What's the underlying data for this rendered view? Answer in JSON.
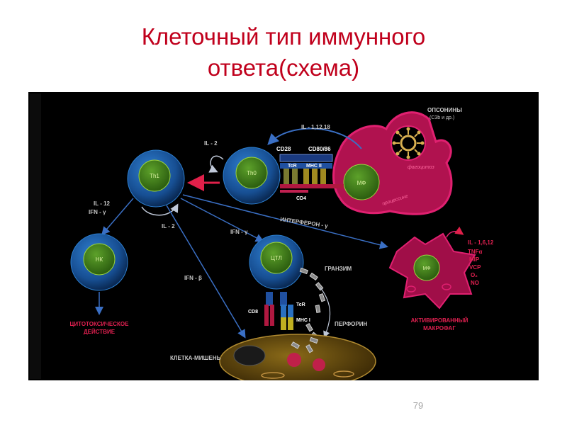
{
  "slide": {
    "title_line1": "Клеточный тип иммунного",
    "title_line2": "ответа(схема)",
    "page_number": "79"
  },
  "cells": {
    "th1": "Th1",
    "th0": "Th0",
    "macrophage": "МФ",
    "nk": "НК",
    "ctl": "ЦТЛ",
    "activated_macrophage": "МФ"
  },
  "labels": {
    "opsonins_1": "ОПСОНИНЫ",
    "opsonins_2": "(С3b и др.)",
    "il_1_12_18": "IL - 1,12,18",
    "il2_top": "IL - 2",
    "cd28": "CD28",
    "cd80_86": "CD80/86",
    "tcr_top": "TcR",
    "mhc2": "МНС II",
    "cd4": "CD4",
    "phagocytosis": "фагоцитоз",
    "processing": "процессинг",
    "il12": "IL - 12",
    "ifn_gamma_left": "IFN - γ",
    "il2_mid": "IL - 2",
    "ifn_gamma_mid": "IFN - γ",
    "interferon_gamma": "ИНТЕРФЕРОН - γ",
    "il_1_6_12": "IL - 1,6,12",
    "tnf": "TNFα",
    "mip": "MIP",
    "vcp": "VCP",
    "o2": "O₂",
    "no": "NO",
    "ifn_beta": "IFN - β",
    "granzyme": "ГРАНЗИМ",
    "cd8": "CD8",
    "tcr_bottom": "TcR",
    "mhc1": "МНС I",
    "perforin": "ПЕРФОРИН",
    "cytotoxic_1": "ЦИТОТОКСИЧЕСКОЕ",
    "cytotoxic_2": "ДЕЙСТВИЕ",
    "activated_1": "АКТИВИРОВАННЫЙ",
    "activated_2": "МАКРОФАГ",
    "target_cell": "КЛЕТКА-МИШЕНЬ"
  },
  "colors": {
    "title": "#c0001c",
    "panel": "#000000",
    "cell_outer": "#1a5fa8",
    "cell_inner": "#3f7f16",
    "macrophage": "#c2145f",
    "arrow": "#3a6fc4",
    "red_arrow": "#e0204a",
    "label_red": "#e02050",
    "target_cell": "#6e5010"
  }
}
